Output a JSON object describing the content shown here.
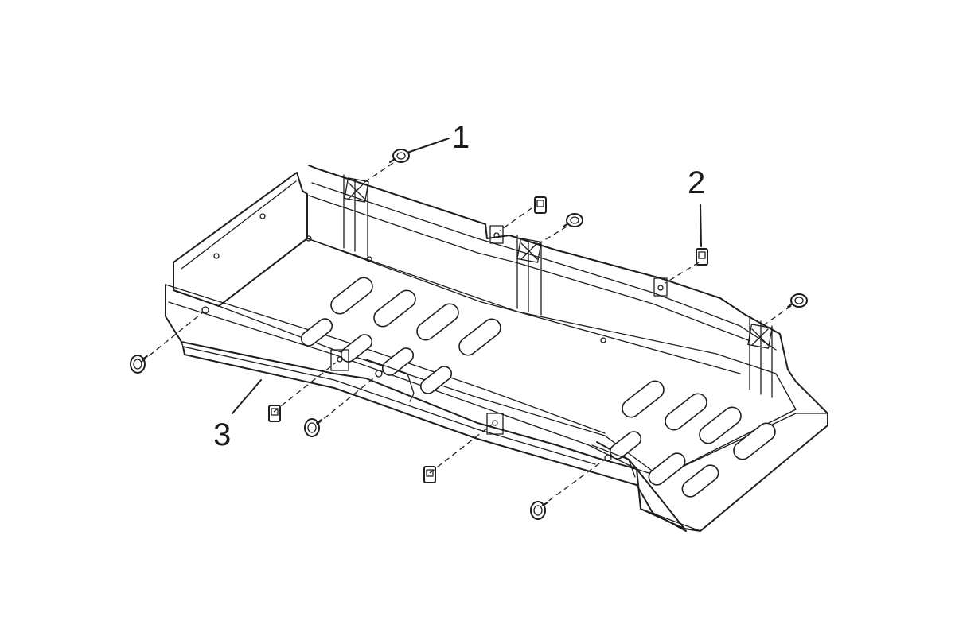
{
  "diagram": {
    "callouts": [
      {
        "id": "1",
        "label": "1"
      },
      {
        "id": "2",
        "label": "2"
      },
      {
        "id": "3",
        "label": "3"
      }
    ],
    "colors": {
      "ink": "#1e1e1e",
      "background": "#ffffff"
    }
  }
}
